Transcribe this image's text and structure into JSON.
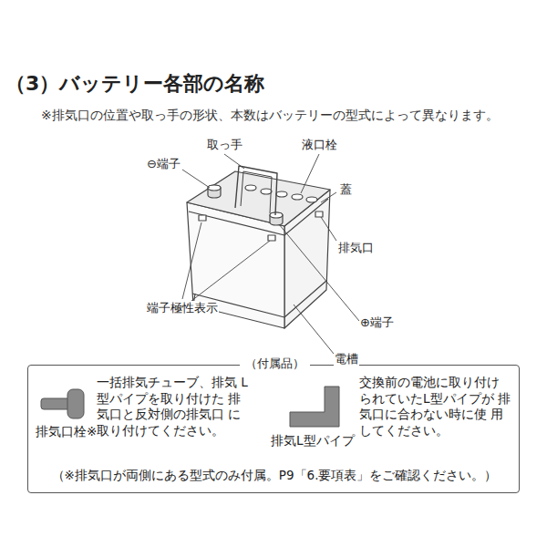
{
  "diagram": {
    "title": "（3）バッテリー各部の名称",
    "nodes": [
      {
        "text": [
          "（付属品）",
          "一括排気チューブ、排気 L型パイプを取り付けた 排気口と反対側の排気口 に取り付けてください。",
          "排気口栓※",
          "交換前の電池に取り付け られていたL型パイプが 排気口に合わない時に使 用してください。",
          "排気L型パイプ",
          "（※排気口が両側にある型式のみ付属。P9「6.要項表」をご確認ください。）"
        ]
      }
    ],
    "labels": [
      "※排気口の位置や取っ手の形状、本数はバッテリーの型式によって異なります。",
      "取っ手",
      "液口栓",
      "⊖端子",
      "蓋",
      "排気口",
      "端子極性表示",
      "⊕端子",
      "電槽"
    ]
  }
}
